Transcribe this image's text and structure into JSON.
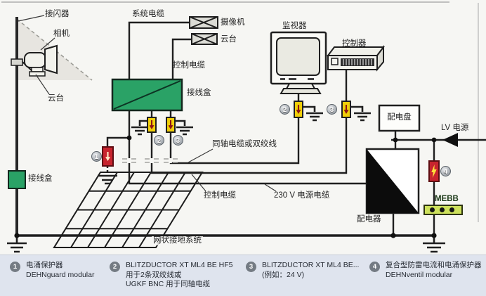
{
  "labels": {
    "air_terminal": "接闪器",
    "camera_pole": "相机",
    "pan_tilt_pole": "云台",
    "system_cable": "系统电缆",
    "camera_box": "摄像机",
    "pan_tilt_box": "云台",
    "control_cable_top": "控制电缆",
    "junction_box_main": "接线盒",
    "junction_box_pole": "接线盒",
    "monitor": "监视器",
    "controller": "控制器",
    "coax_or_tp": "同轴电缆或双绞线",
    "control_cable_bottom": "控制电缆",
    "power_cable_230v": "230 V 电源电缆",
    "distribution_panel": "配电盘",
    "lv_power": "LV 电源",
    "mebb": "MEBB",
    "distributor": "配电器",
    "mesh_ground": "网状接地系统"
  },
  "markers": {
    "m1": "1",
    "m2": "2",
    "m3": "3",
    "m4": "4"
  },
  "legend": {
    "items": [
      {
        "num": "1",
        "lines": [
          "电涌保护器",
          "DEHNguard modular"
        ]
      },
      {
        "num": "2",
        "lines": [
          "BLITZDUCTOR XT ML4 BE HF5",
          "用于2条双绞线或",
          "UGKF BNC 用于同轴电缆"
        ]
      },
      {
        "num": "3",
        "lines": [
          "BLITZDUCTOR XT ML4 BE...",
          "(例如：24 V)"
        ]
      },
      {
        "num": "4",
        "lines": [
          "复合型防雷电流和电涌保护器",
          "DEHNventil modular"
        ]
      }
    ]
  },
  "colors": {
    "green_box": "#2aa266",
    "yellow_spd": "#f0cf0a",
    "red_spd": "#c8242e",
    "mebb_bar": "#cde15c",
    "legend_bg": "#dfe4ee",
    "wire": "#1f1f1f"
  }
}
